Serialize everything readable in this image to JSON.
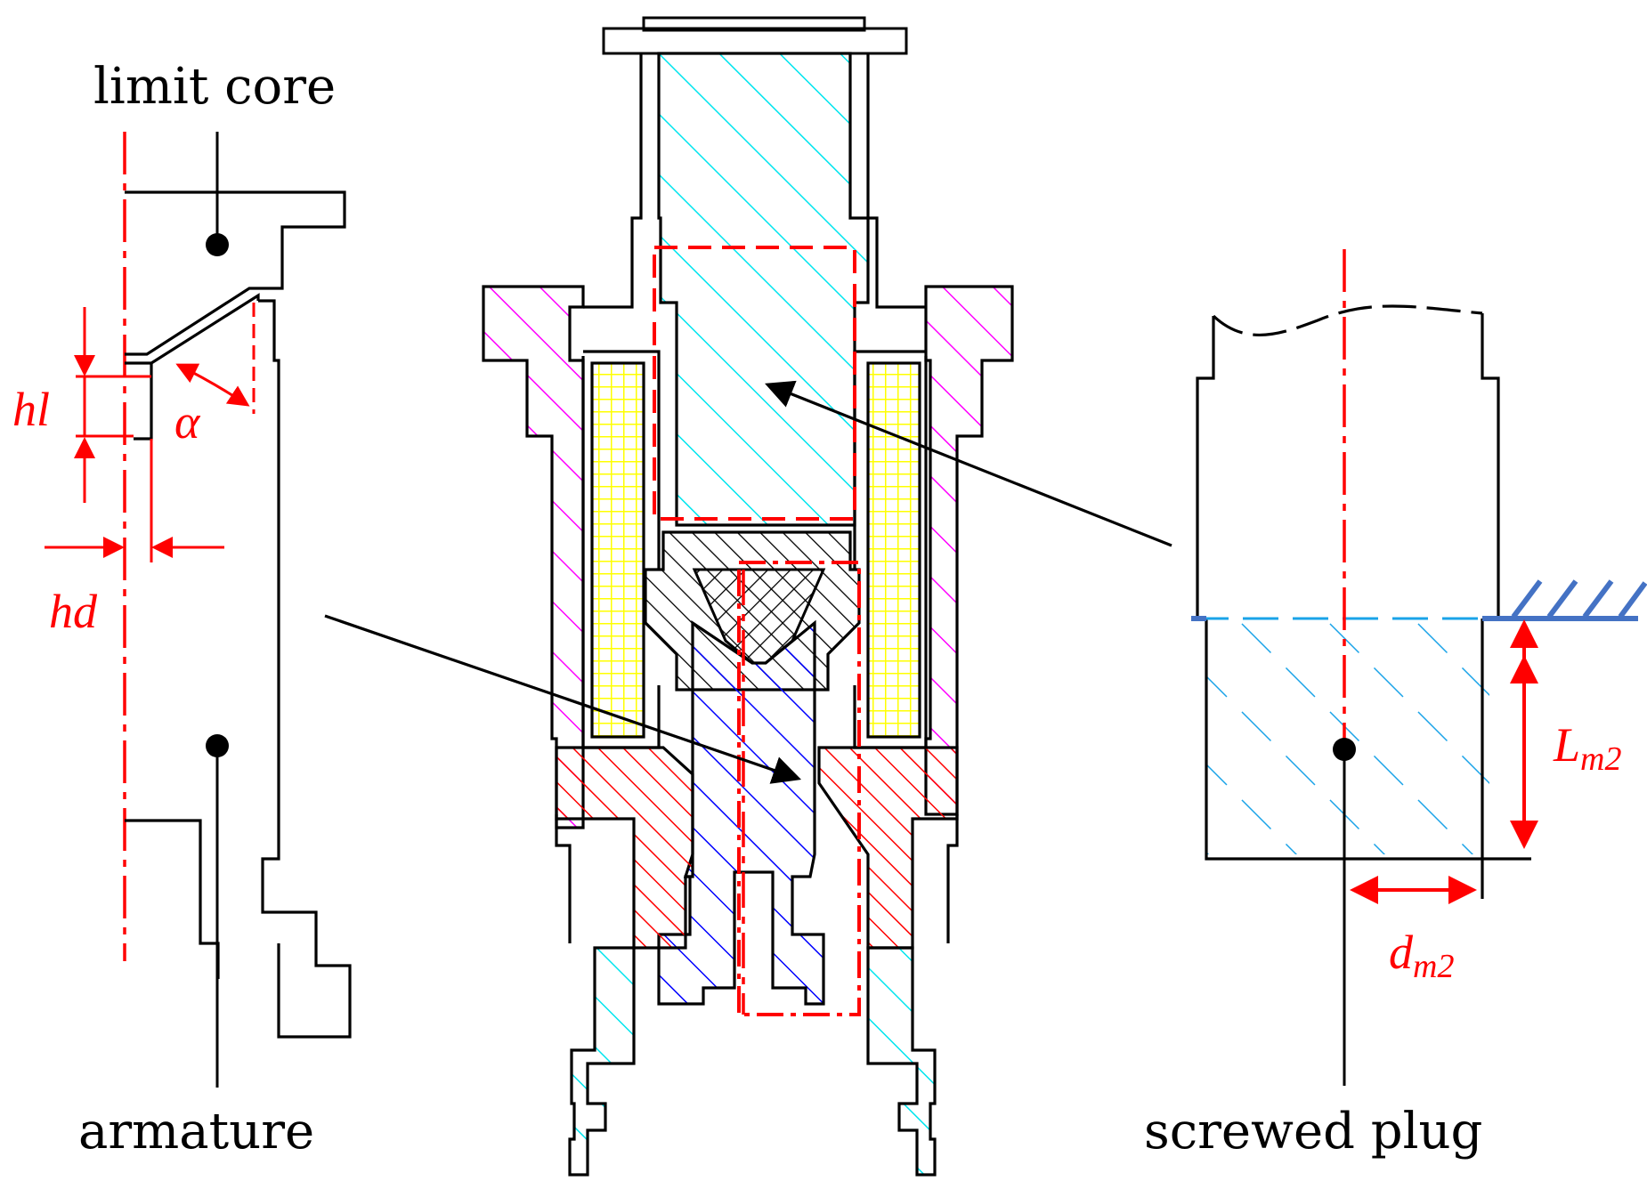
{
  "labels": {
    "limit_core": "limit core",
    "armature": "armature",
    "screwed_plug": "screwed plug"
  },
  "symbols": {
    "hl": "hl",
    "alpha": "α",
    "hd": "hd",
    "L_main": "L",
    "L_sub": "m2",
    "d_main": "d",
    "d_sub": "m2"
  },
  "colors": {
    "outline": "#000000",
    "dimension": "#ff0000",
    "pole_hatch": "#00e5ee",
    "housing_hatch": "#ff00ff",
    "coil": "#ffff00",
    "armature_hatch": "#0000ff",
    "seat_hatch": "#ff0000",
    "plug_hatch": "#1aa3e8",
    "ground": "#4472c4"
  }
}
